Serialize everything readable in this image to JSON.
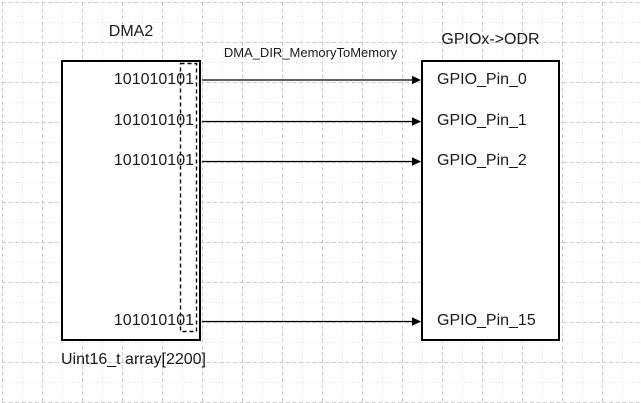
{
  "diagram": {
    "source_box": {
      "title": "DMA2",
      "rows": [
        "101010101",
        "101010101",
        "101010101",
        "101010101"
      ],
      "caption": "Uint16_t array[2200]"
    },
    "transfer": {
      "label": "DMA_DIR_MemoryToMemory",
      "arrow_count": 4
    },
    "dest_box": {
      "title": "GPIOx->ODR",
      "pins": [
        "GPIO_Pin_0",
        "GPIO_Pin_1",
        "GPIO_Pin_2",
        "GPIO_Pin_15"
      ]
    },
    "colors": {
      "line": "#000000",
      "text": "#1a1a1a",
      "grid_minor": "#e2e2e2",
      "grid_major": "#cbcbcb",
      "background": "#ffffff"
    }
  }
}
